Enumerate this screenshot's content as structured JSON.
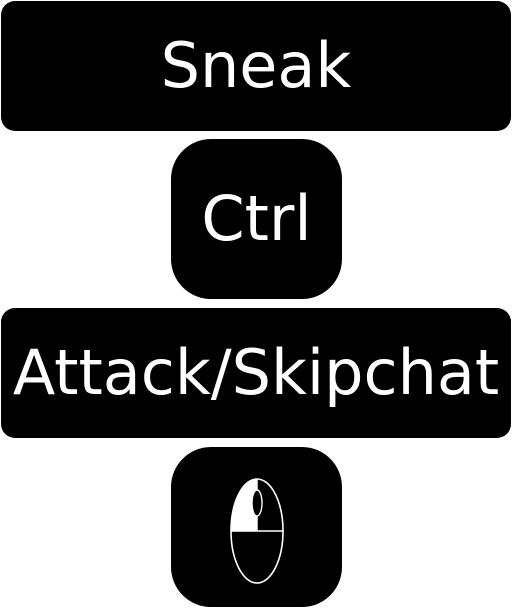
{
  "controls": {
    "sneak": {
      "label": "Sneak"
    },
    "ctrl_key": {
      "label": "Ctrl"
    },
    "attack": {
      "label": "Attack/Skipchat"
    },
    "mouse_key": {
      "icon": "mouse-left-click-icon"
    }
  },
  "colors": {
    "background": "#ffffff",
    "key_fill": "#000000",
    "key_text": "#ffffff"
  }
}
